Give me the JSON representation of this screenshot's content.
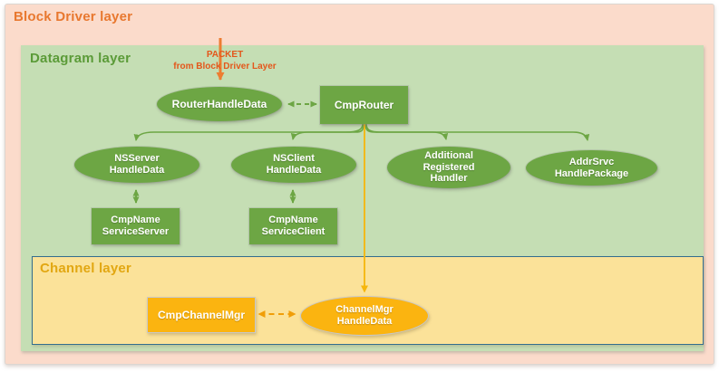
{
  "layers": {
    "block_driver": {
      "title": "Block Driver layer"
    },
    "datagram": {
      "title": "Datagram layer"
    },
    "channel": {
      "title": "Channel layer"
    }
  },
  "packet_annotation": {
    "line1": "PACKET",
    "line2": "from Block Driver Layer"
  },
  "nodes": {
    "router_handle_data": {
      "label": "RouterHandleData",
      "shape": "ellipse"
    },
    "cmp_router": {
      "label": "CmpRouter",
      "shape": "rect"
    },
    "nsserver_handle_data": {
      "lines": [
        "NSServer",
        "HandleData"
      ],
      "shape": "ellipse"
    },
    "nsclient_handle_data": {
      "lines": [
        "NSClient",
        "HandleData"
      ],
      "shape": "ellipse"
    },
    "additional_registered_handler": {
      "lines": [
        "Additional",
        "Registered",
        "Handler"
      ],
      "shape": "ellipse"
    },
    "addrsrvc_handle_package": {
      "lines": [
        "AddrSrvc",
        "HandlePackage"
      ],
      "shape": "ellipse"
    },
    "cmp_name_service_server": {
      "lines": [
        "CmpName",
        "ServiceServer"
      ],
      "shape": "rect"
    },
    "cmp_name_service_client": {
      "lines": [
        "CmpName",
        "ServiceClient"
      ],
      "shape": "rect"
    },
    "cmp_channel_mgr": {
      "label": "CmpChannelMgr",
      "shape": "rect"
    },
    "channel_mgr_handle_data": {
      "lines": [
        "ChannelMgr",
        "HandleData"
      ],
      "shape": "ellipse"
    }
  },
  "colors": {
    "block_driver_bg": "#FBDBCB",
    "block_driver_title": "#E8782F",
    "datagram_bg": "#C5DEB4",
    "datagram_title": "#5B9B38",
    "channel_bg": "#FBE299",
    "channel_border": "#336E8E",
    "channel_title": "#E2A712",
    "node_green": "#6DA644",
    "node_orange": "#FBB410",
    "arrow_green": "#6DA644",
    "arrow_orange_dashed": "#F09E08",
    "arrow_gold": "#F6B60B",
    "packet_arrow": "#ED7D31",
    "packet_text": "#E4571B"
  }
}
